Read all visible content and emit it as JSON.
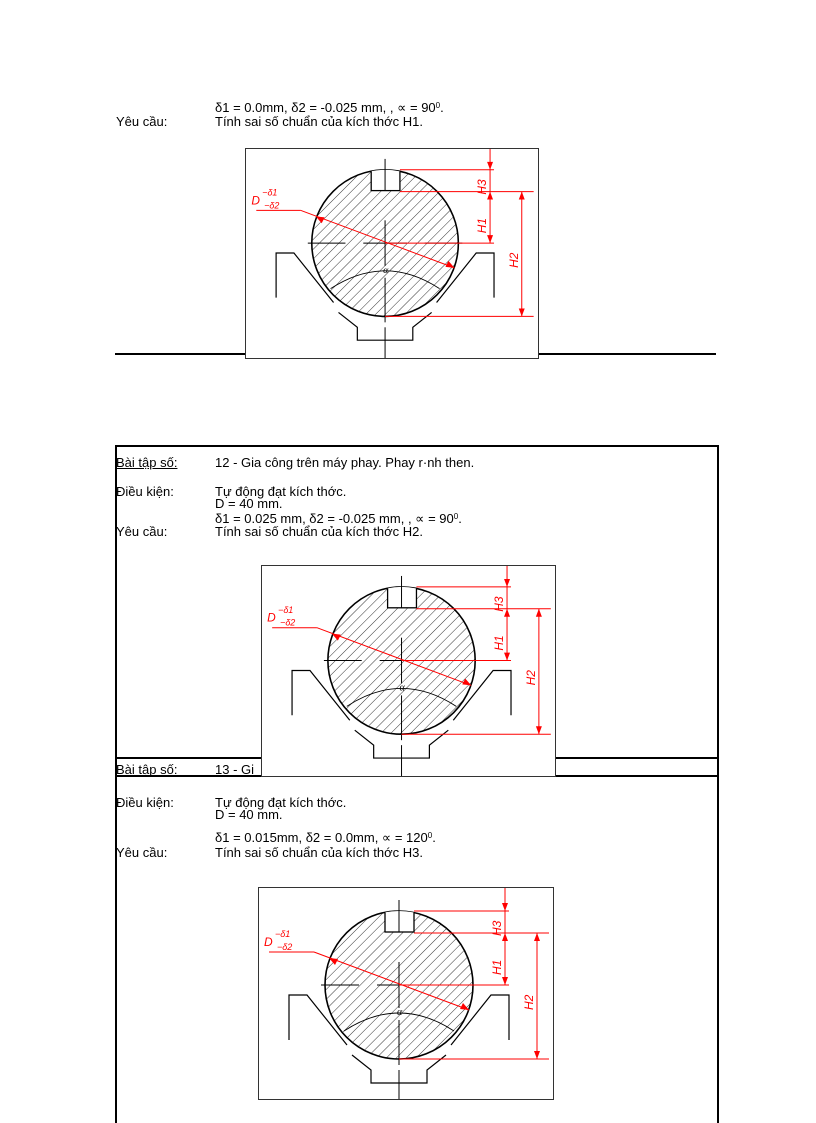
{
  "exercise_11_tail": {
    "deltas_line": "δ1 = 0.0mm,  δ2 = -0.025  mm, , ∝ = 90",
    "deg": "0",
    "deltas_end": ".",
    "requirement_label": "Yêu cầu:",
    "requirement_text": "Tính sai số chuẩn của kích thớc    H1."
  },
  "exercise_12": {
    "number_label": "Bài tập số:",
    "title": "12 - Gia công trên máy phay. Phay r·nh then.",
    "condition_label": "Điều kiện:",
    "condition_1": "Tự động đạt kích thớc.",
    "condition_2": "D = 40  mm.",
    "deltas_line": "δ1 = 0.025  mm, δ2 = -0.025  mm, , ∝ = 90",
    "deg": "0",
    "deltas_end": ".",
    "requirement_label": "Yêu cầu:",
    "requirement_text": "Tính sai số chuẩn của kích thớc    H2."
  },
  "exercise_13": {
    "number_label": "Bài tập số:",
    "title_visible": "13 - Gi",
    "condition_label": "Điều kiện:",
    "condition_1": "Tự động đạt kích thớc.",
    "condition_2": "D = 40  mm.",
    "deltas_line": "δ1 = 0.015mm,  δ2 = 0.0mm,  ∝ = 120",
    "deg": "0",
    "deltas_end": ".",
    "requirement_label": "Yêu cầu:",
    "requirement_text": "Tính sai số chuẩn của kích thớc    H3."
  },
  "diagram_labels": {
    "diameter": "D",
    "upper_tol": "−δ1",
    "lower_tol": "−δ2",
    "alpha": "α",
    "h1": "H1",
    "h2": "H2",
    "h3": "H3"
  },
  "colors": {
    "dimension": "#ff0000",
    "outline": "#000000"
  }
}
